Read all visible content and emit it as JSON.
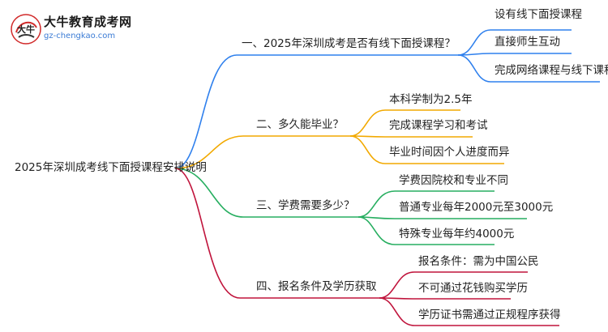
{
  "logo": {
    "title": "大牛教育成考网",
    "url": "gz-chengkao.com",
    "mark_text": "大牛"
  },
  "mindmap": {
    "root": "2025年深圳成考线下面授课程安排说明",
    "branches": [
      {
        "label": "一、2025年深圳成考是否有线下面授课程？",
        "color": "#2f80ed",
        "leaves": [
          "设有线下面授课程",
          "直接师生互动",
          "完成网络课程与线下课程"
        ]
      },
      {
        "label": "二、多久能毕业？",
        "color": "#f2a900",
        "leaves": [
          "本科学制为2.5年",
          "完成课程学习和考试",
          "毕业时间因个人进度而异"
        ]
      },
      {
        "label": "三、学费需要多少？",
        "color": "#27ae60",
        "leaves": [
          "学费因院校和专业不同",
          "普通专业每年2000元至3000元",
          "特殊专业每年约4000元"
        ]
      },
      {
        "label": "四、报名条件及学历获取",
        "color": "#c0143c",
        "leaves": [
          "报名条件：需为中国公民",
          "不可通过花钱购买学历",
          "学历证书需通过正规程序获得"
        ]
      }
    ]
  }
}
